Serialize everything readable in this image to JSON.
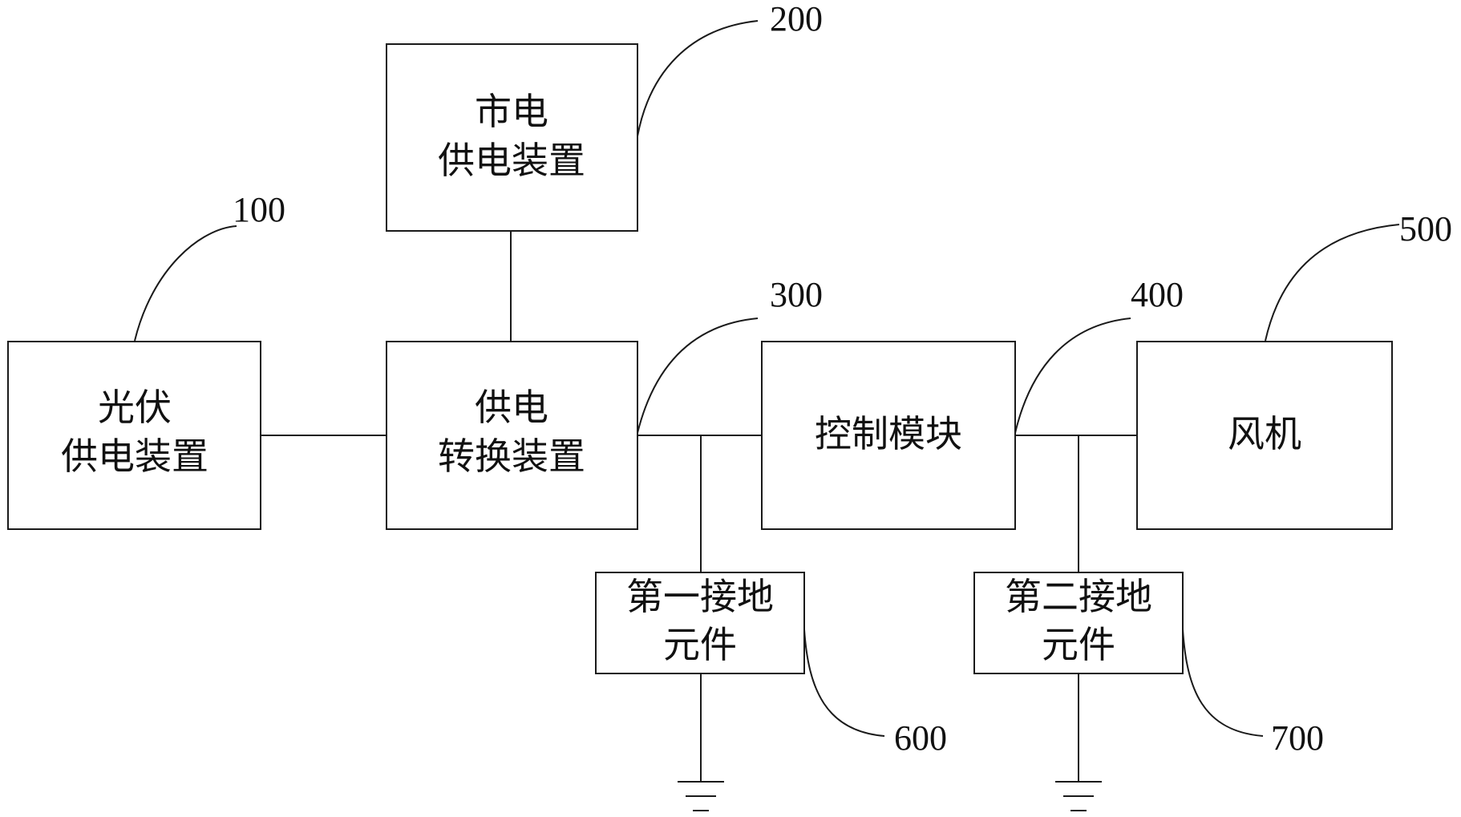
{
  "blocks": {
    "pv": {
      "line1": "光伏",
      "line2": "供电装置",
      "ref": "100"
    },
    "grid": {
      "line1": "市电",
      "line2": "供电装置",
      "ref": "200"
    },
    "converter": {
      "line1": "供电",
      "line2": "转换装置",
      "ref": "300"
    },
    "control": {
      "line1": "控制模块",
      "ref": "400"
    },
    "fan": {
      "line1": "风机",
      "ref": "500"
    },
    "ground1": {
      "line1": "第一接地",
      "line2": "元件",
      "ref": "600"
    },
    "ground2": {
      "line1": "第二接地",
      "line2": "元件",
      "ref": "700"
    }
  }
}
